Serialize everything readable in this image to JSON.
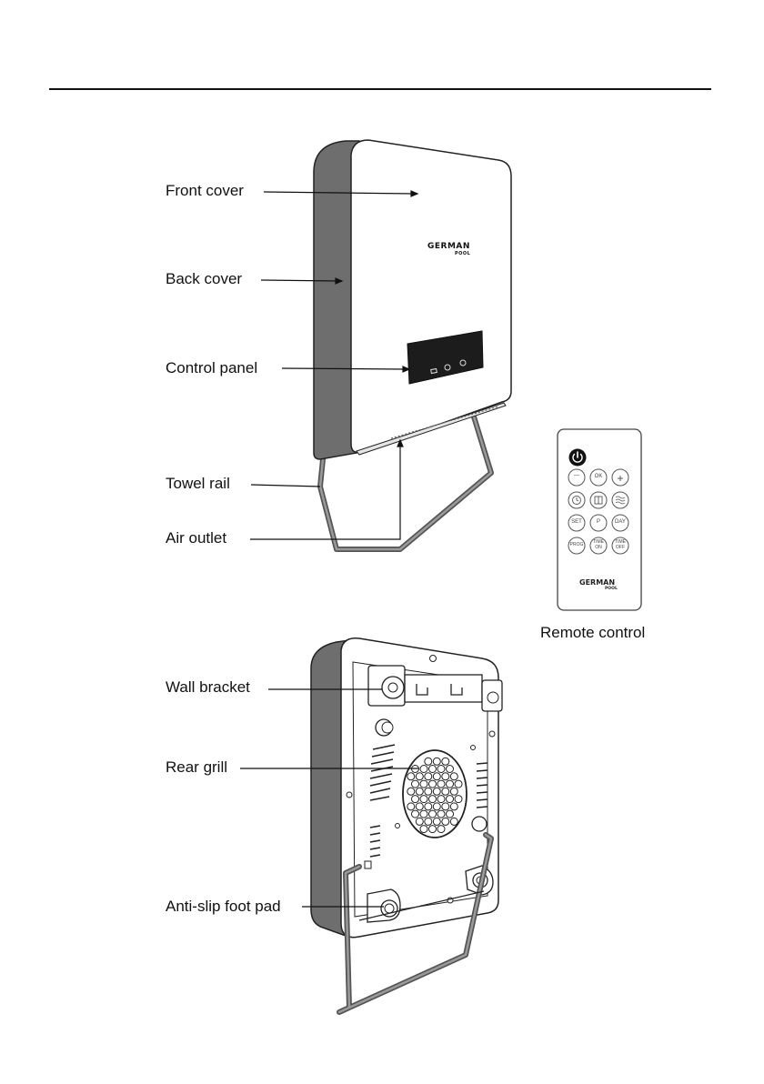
{
  "front_view": {
    "labels": {
      "front_cover": "Front cover",
      "back_cover": "Back cover",
      "control_panel": "Control panel",
      "towel_rail": "Towel rail",
      "air_outlet": "Air outlet"
    },
    "brand": {
      "name": "GERMAN",
      "sub": "POOL"
    }
  },
  "remote": {
    "caption": "Remote control",
    "buttons": [
      "—",
      "OK",
      "+",
      "",
      "",
      "",
      "SET",
      "P",
      "DAY",
      "PROG",
      "TIME ON",
      "TIME OFF"
    ],
    "brand": {
      "name": "GERMAN",
      "sub": "POOL"
    }
  },
  "rear_view": {
    "labels": {
      "wall_bracket": "Wall bracket",
      "rear_grill": "Rear grill",
      "anti_slip_foot_pad": "Anti-slip foot pad"
    }
  }
}
